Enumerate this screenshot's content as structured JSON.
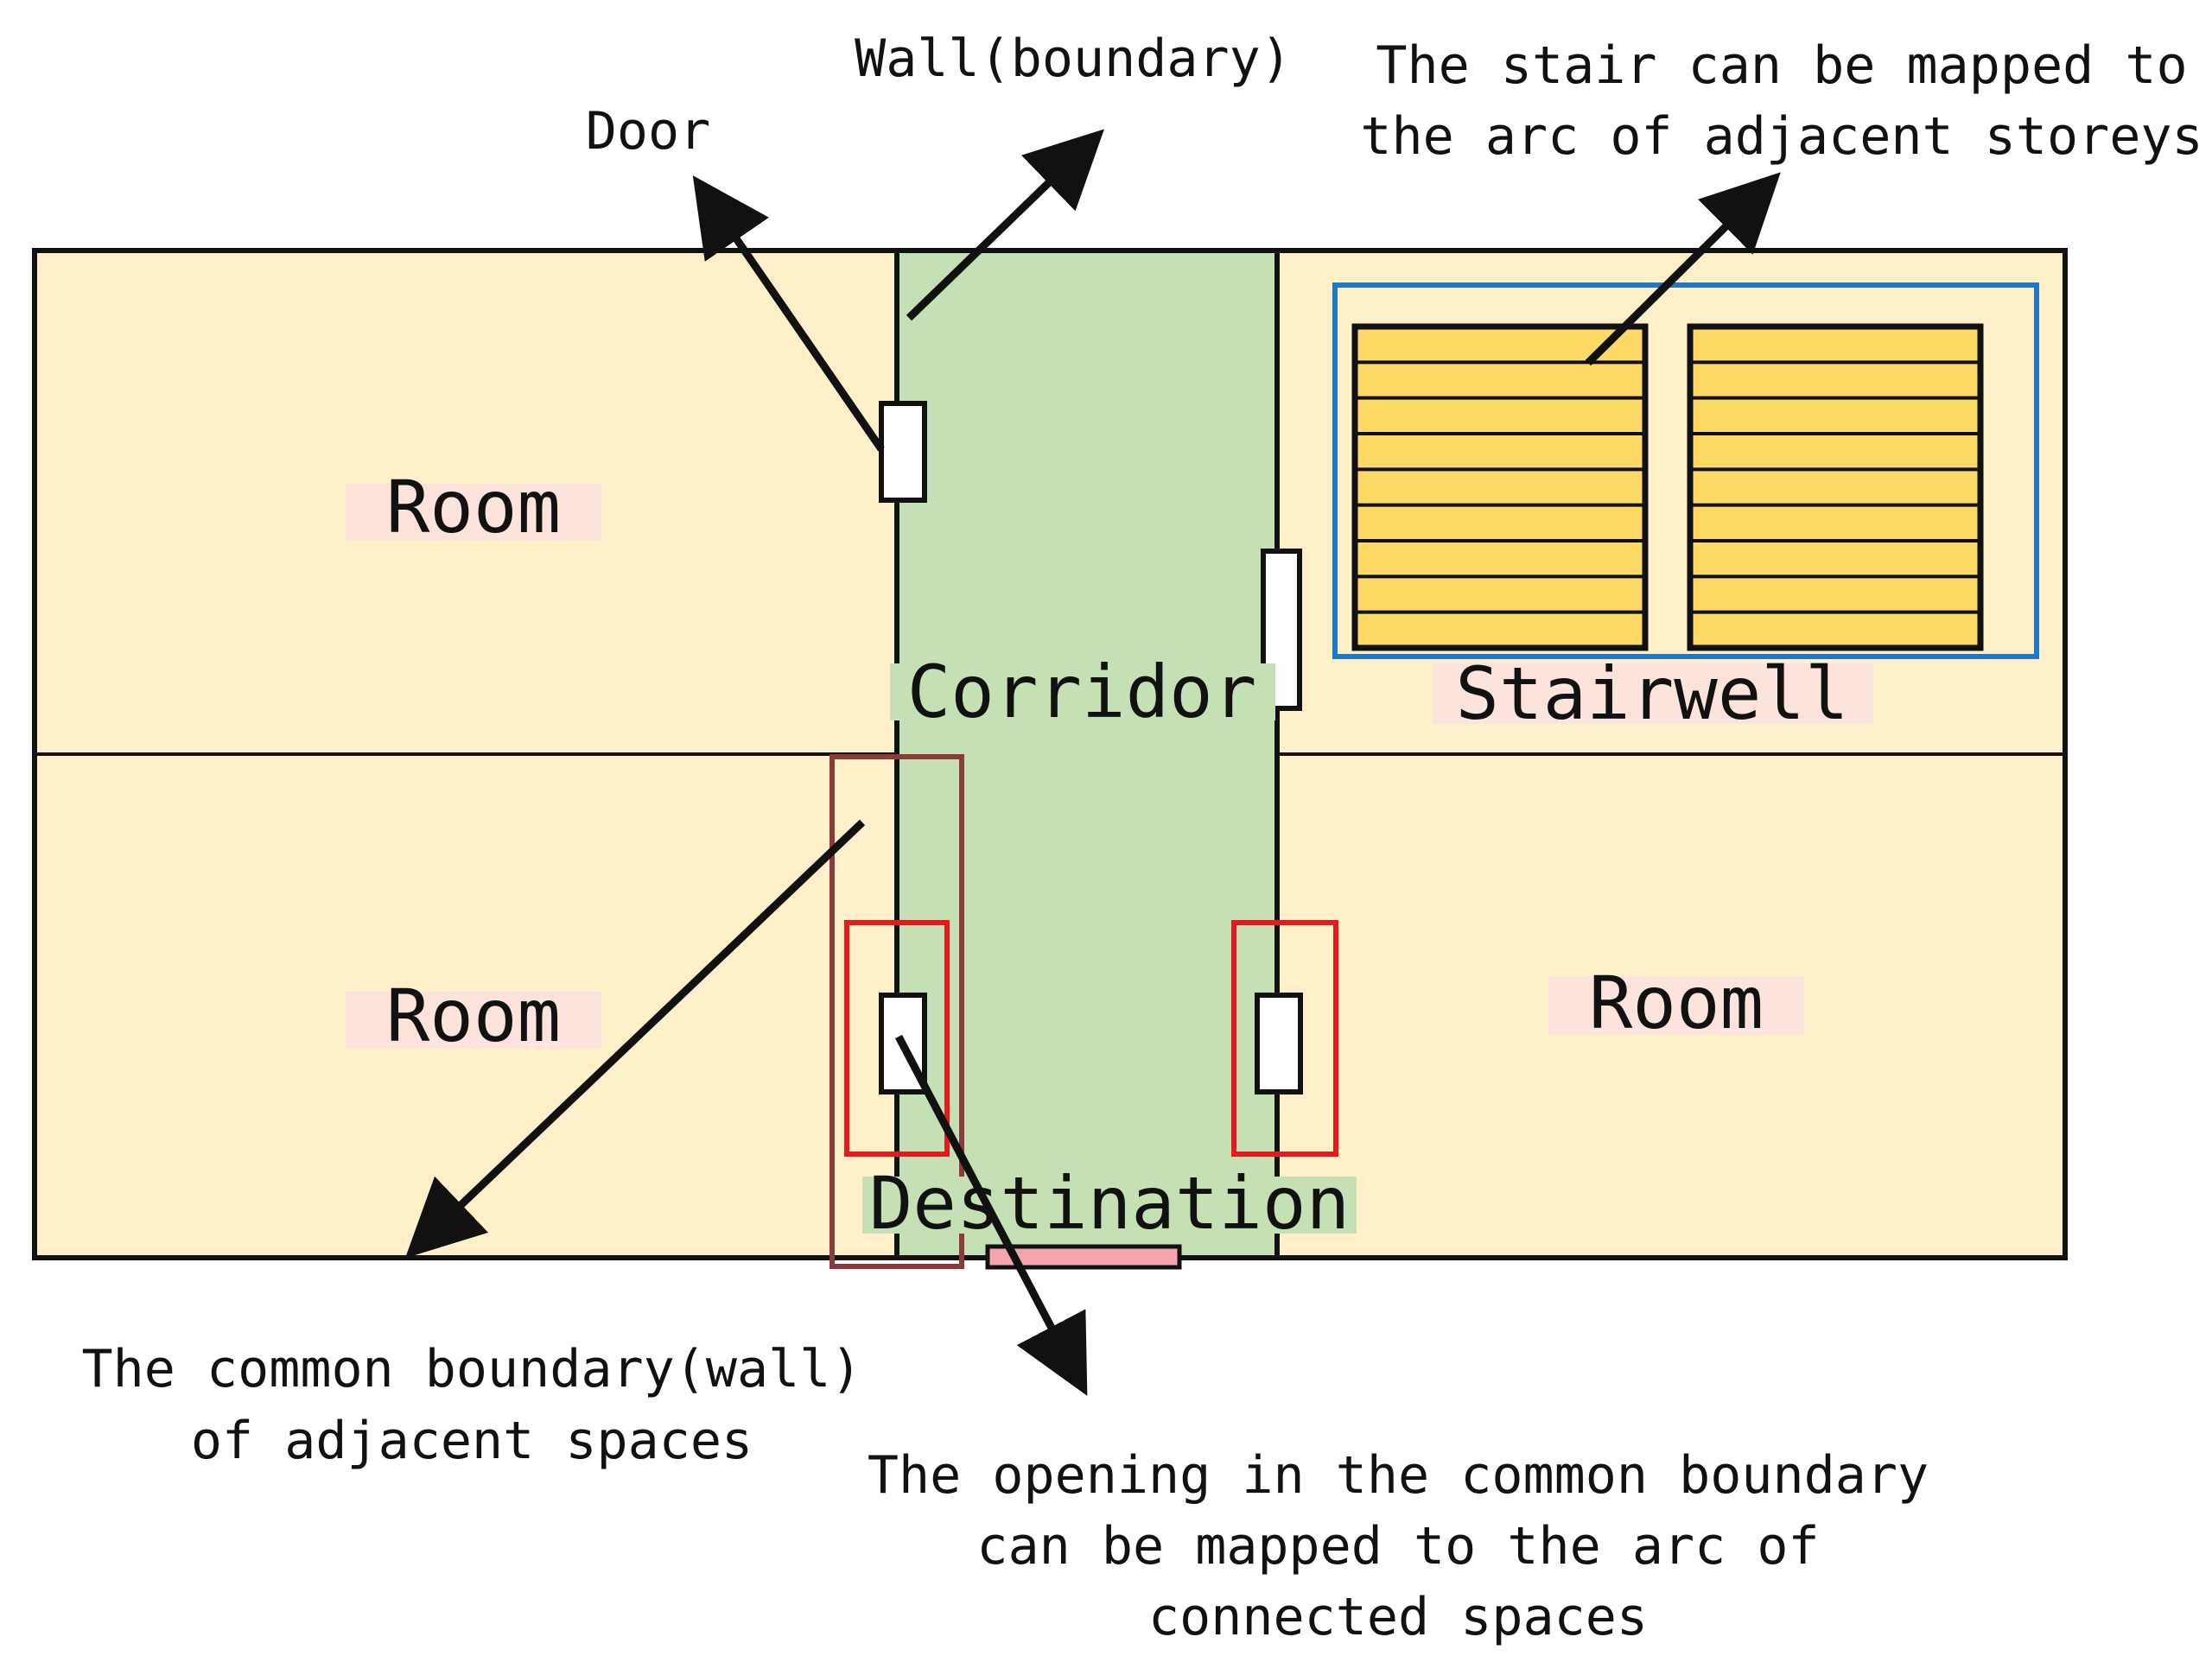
{
  "colors": {
    "room_fill": "#FFF0C9",
    "corridor_fill": "#C5E0B4",
    "stair_fill": "#FFD966",
    "stairwell_outline": "#1F77C8",
    "opening_highlight": "#E41A1C",
    "common_boundary_highlight": "#8B3A3A",
    "destination_exit": "#F4A6AE",
    "wall": "#111111",
    "door_fill": "#FFFFFF",
    "room_label_bg": "#FCE4DC",
    "corridor_label_bg": "#C5E0B4"
  },
  "spaces": {
    "room_top_left": "Room",
    "room_bottom_left": "Room",
    "room_bottom_right": "Room",
    "corridor": "Corridor",
    "stairwell": "Stairwell",
    "destination": "Destination"
  },
  "annotations": {
    "door": "Door",
    "wall": "Wall(boundary)",
    "stair_line1": "The stair can be mapped to",
    "stair_line2": "the arc of adjacent storeys",
    "common_line1": "The common boundary(wall)",
    "common_line2": "of adjacent spaces",
    "opening_line1": "The opening in the common boundary",
    "opening_line2": "can be mapped to the arc of",
    "opening_line3": "connected spaces"
  },
  "stair_steps_per_flight": 9
}
